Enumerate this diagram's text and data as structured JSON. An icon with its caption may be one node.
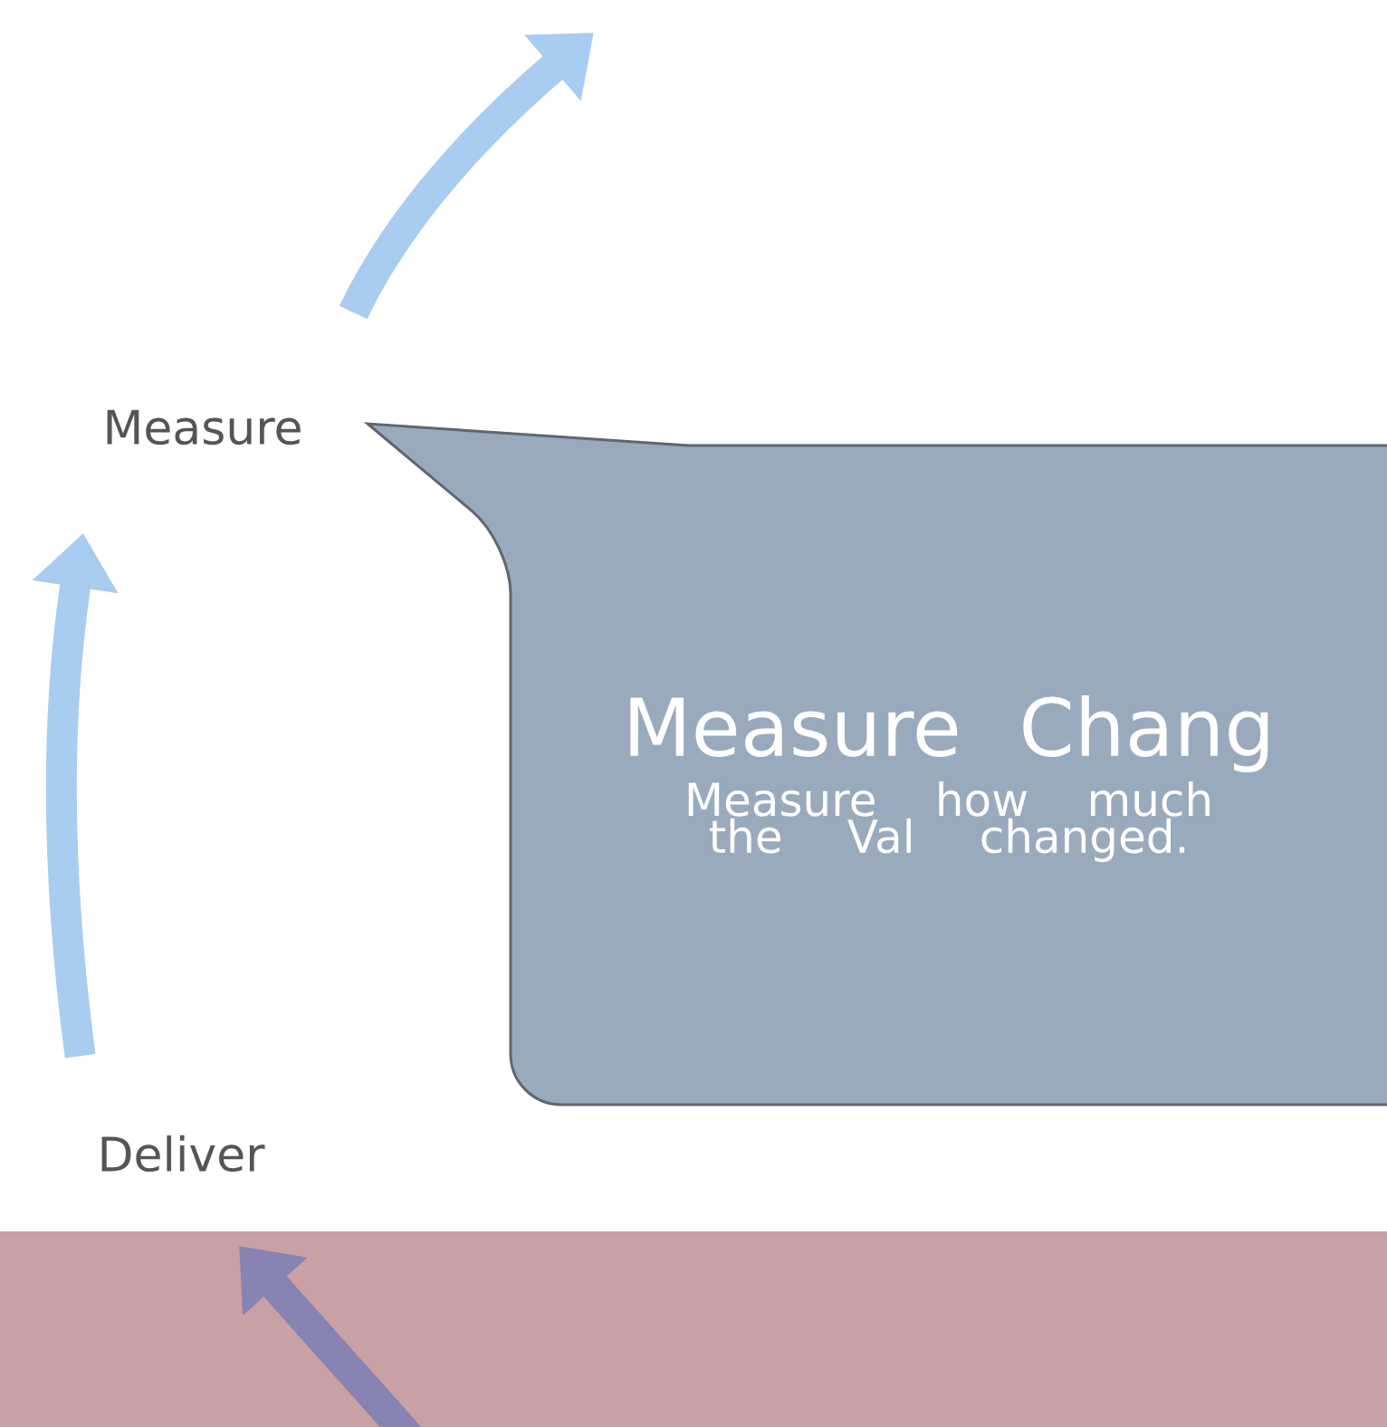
{
  "diagram": {
    "nodes": [
      {
        "text": [
          "Measure"
        ]
      },
      {
        "text": [
          "Deliver"
        ]
      },
      {
        "text": [
          "Measure Chang",
          "Measure how much the Val changed."
        ]
      }
    ],
    "edges": [
      {
        "from": 0,
        "to": null,
        "arrow": "to"
      },
      {
        "from": 1,
        "to": 0,
        "arrow": "to"
      }
    ]
  }
}
